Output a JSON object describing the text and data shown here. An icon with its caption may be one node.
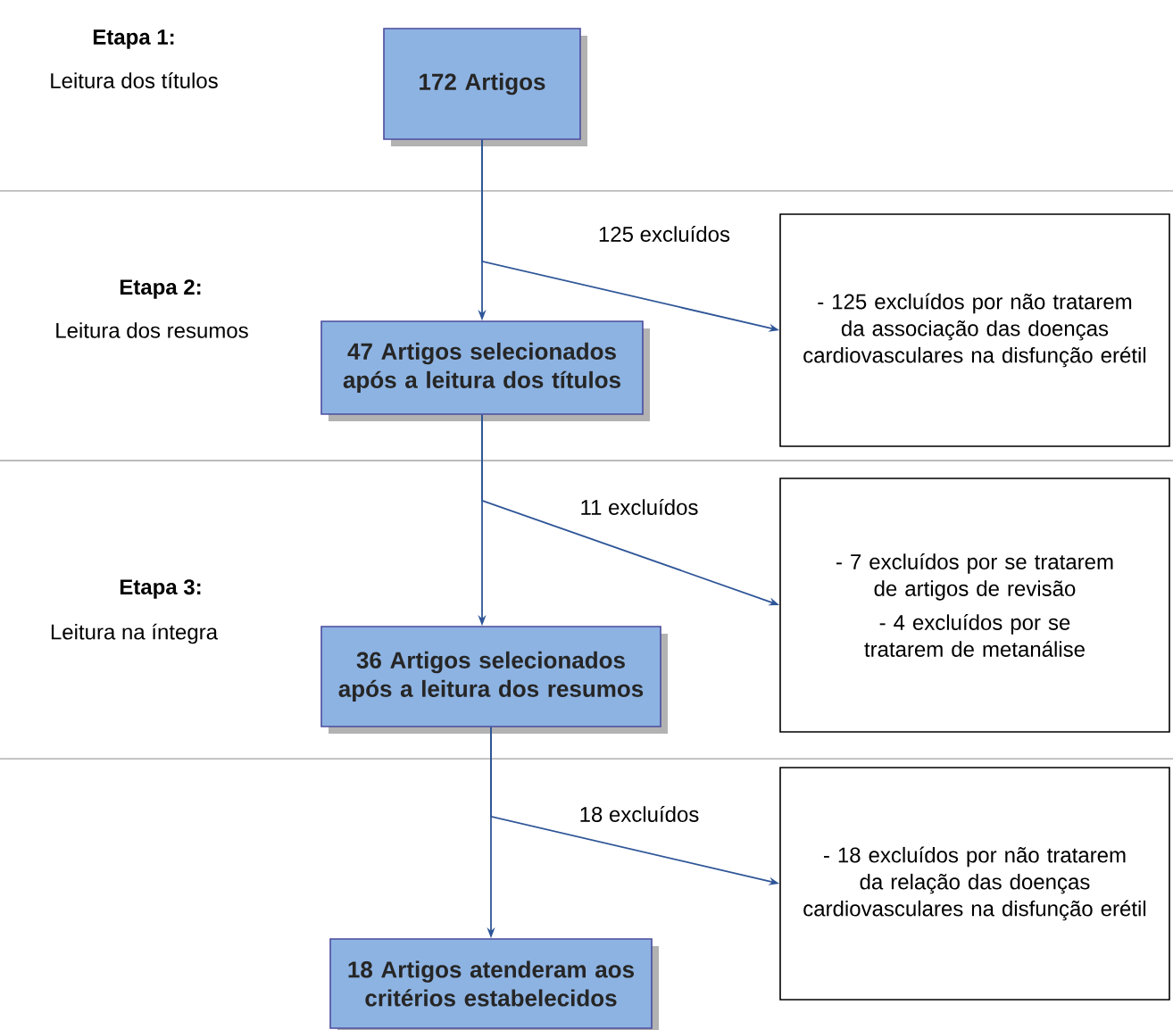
{
  "diagram": {
    "nodes": [
      {
        "text": [
          "172 Artigos"
        ]
      },
      {
        "text": [
          "47 Artigos selecionados após a leitura dos títulos"
        ]
      },
      {
        "text": [
          "36 Artigos selecionados após a leitura dos resumos"
        ]
      },
      {
        "text": [
          "18 Artigos atenderam aos critérios estabelecidos"
        ]
      },
      {
        "text": [
          "- 125 excluídos por não tratarem da associação das doenças cardiovasculares na disfunção erétil"
        ]
      },
      {
        "text": [
          "- 7 excluídos por se tratarem de artigos de revisão",
          "- 4 excluídos por se tratarem de metanálise"
        ]
      },
      {
        "text": [
          "- 18 excluídos por não tratarem da relação das doenças cardiovasculares na disfunção erétil"
        ]
      }
    ],
    "edges": [
      {
        "from": 0,
        "to": 1,
        "arrow": "to"
      },
      {
        "from": 1,
        "to": 2,
        "arrow": "to"
      },
      {
        "from": 2,
        "to": 3,
        "arrow": "to"
      },
      {
        "from": 0,
        "to": 4,
        "arrow": "to",
        "label": "125 excluídos"
      },
      {
        "from": 1,
        "to": 5,
        "arrow": "to",
        "label": "11 excluídos"
      },
      {
        "from": 2,
        "to": 6,
        "arrow": "to",
        "label": "18 excluídos"
      }
    ],
    "labels": [
      "Etapa 1:",
      "Leitura dos títulos",
      "Etapa 2:",
      "Leitura dos resumos",
      "Etapa 3:",
      "Leitura na íntegra"
    ]
  }
}
